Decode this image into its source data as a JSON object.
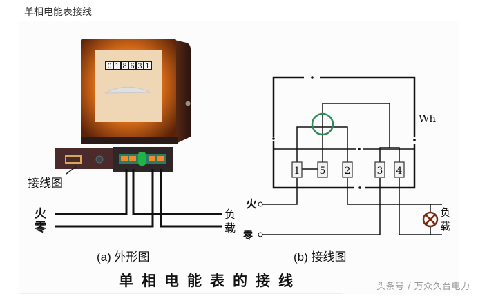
{
  "page": {
    "title": "单相电能表接线"
  },
  "figure_a": {
    "caption": "(a) 外形图",
    "meter_reading": [
      "0",
      "1",
      "8",
      "6",
      "3",
      "1"
    ],
    "wiring_diagram_label": "接线图",
    "live_label": "火",
    "neutral_label": "零",
    "load_label_top": "负",
    "load_label_bottom": "载",
    "colors": {
      "case": "#a94a0e",
      "face": "#efd6b4",
      "terminal_block": "#2f2727",
      "terminal": "#f08a2a",
      "divider": "#21b24a"
    }
  },
  "figure_b": {
    "caption": "(b) 接线图",
    "meter_symbol": "Wh",
    "terminals": [
      "1",
      "5",
      "2",
      "3",
      "4"
    ],
    "live_label": "火",
    "neutral_label": "零",
    "load_label_top": "负",
    "load_label_bottom": "载",
    "colors": {
      "coil": "#2e8b57",
      "lamp": "#7a2a12"
    }
  },
  "footer": {
    "heading": "单相电能表的接线",
    "watermark": "头条号 / 万众久台电力"
  }
}
